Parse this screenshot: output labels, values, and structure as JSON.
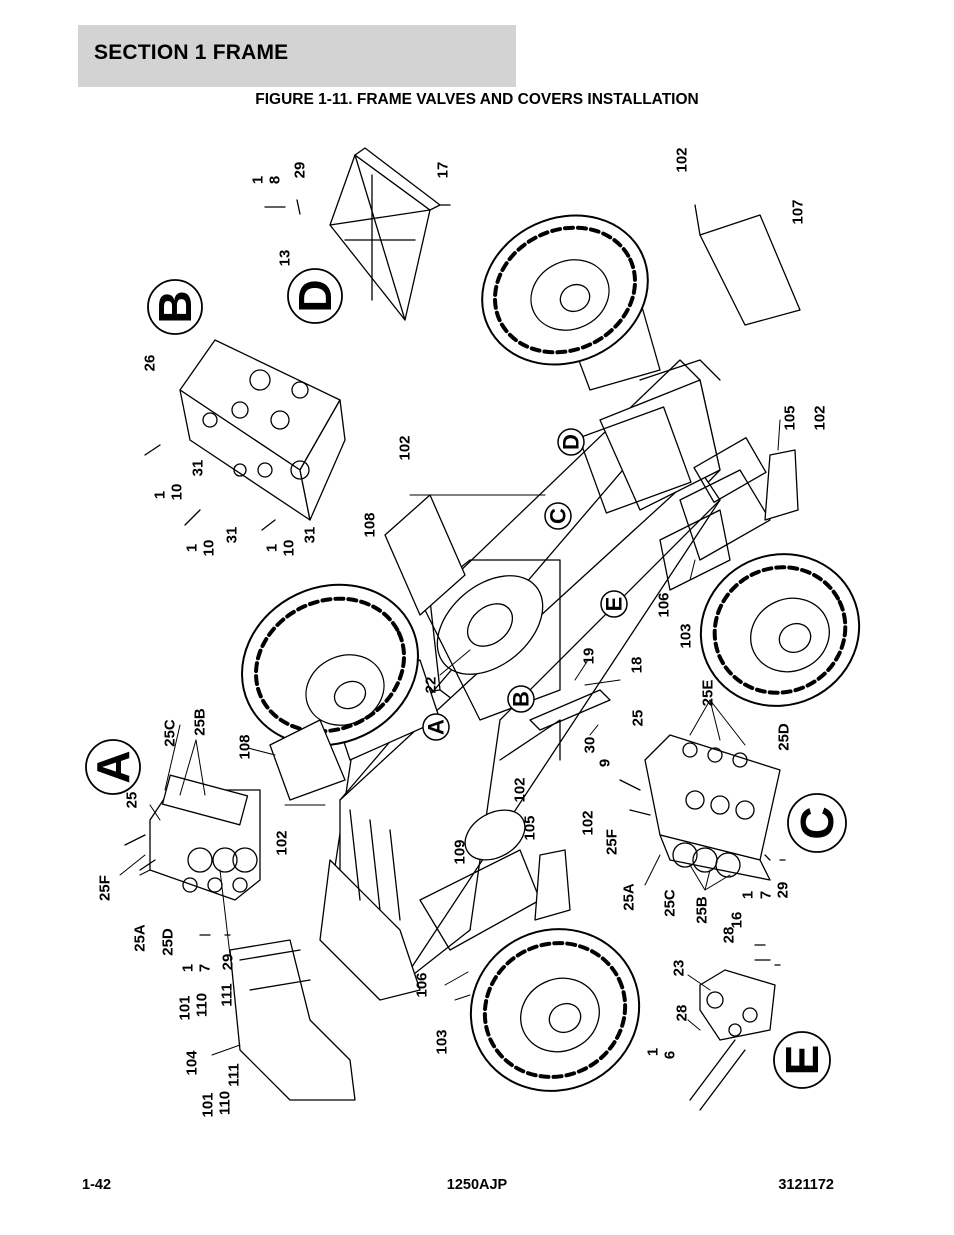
{
  "header": {
    "section_title": "SECTION 1  FRAME"
  },
  "figure": {
    "title": "FIGURE 1-11. FRAME VALVES AND COVERS INSTALLATION",
    "detail_letters": [
      "A",
      "B",
      "C",
      "D",
      "E"
    ],
    "callouts": {
      "a": "A",
      "b": "B",
      "c": "C",
      "d": "D",
      "e": "E"
    },
    "labels": {
      "n1_8": "1",
      "n8": "8",
      "n29_d": "29",
      "n17": "17",
      "n13": "13",
      "n102_top": "102",
      "n107": "107",
      "n26": "26",
      "n1_10a": "1",
      "n10a": "10",
      "n31a": "31",
      "n1_10b": "1",
      "n10b": "10",
      "n31b": "31",
      "n1_10c": "1",
      "n10c": "10",
      "n31c": "31",
      "n102_mid": "102",
      "n108_mid": "108",
      "n105_r": "105",
      "n102_r": "102",
      "n106_r": "106",
      "n103_r": "103",
      "n22": "22",
      "n19": "19",
      "n18": "18",
      "n30": "30",
      "n9": "9",
      "n25c_a": "25C",
      "n25b_a": "25B",
      "n25_a": "25",
      "n108_l": "108",
      "n102_l": "102",
      "n25f_a": "25F",
      "n25a_a": "25A",
      "n25d_a": "25D",
      "n1_7a": "1",
      "n7a": "7",
      "n29a": "29",
      "n101_1": "101",
      "n110_1": "110",
      "n111_1": "111",
      "n104": "104",
      "n111_2": "111",
      "n101_2": "101",
      "n110_2": "110",
      "n102_b": "102",
      "n109": "109",
      "n105_b": "105",
      "n102_b2": "102",
      "n106_b": "106",
      "n103_b": "103",
      "n25e": "25E",
      "n25_c": "25",
      "n25d_c": "25D",
      "n25f_c": "25F",
      "n25a_c": "25A",
      "n25c_c": "25C",
      "n25b_c": "25B",
      "n1_7c": "1",
      "n7c": "7",
      "n29c": "29",
      "n16": "16",
      "n28a": "28",
      "n23": "23",
      "n28b": "28",
      "n1_6": "1",
      "n6": "6"
    }
  },
  "footer": {
    "page_number": "1-42",
    "model": "1250AJP",
    "doc_number": "3121172"
  }
}
